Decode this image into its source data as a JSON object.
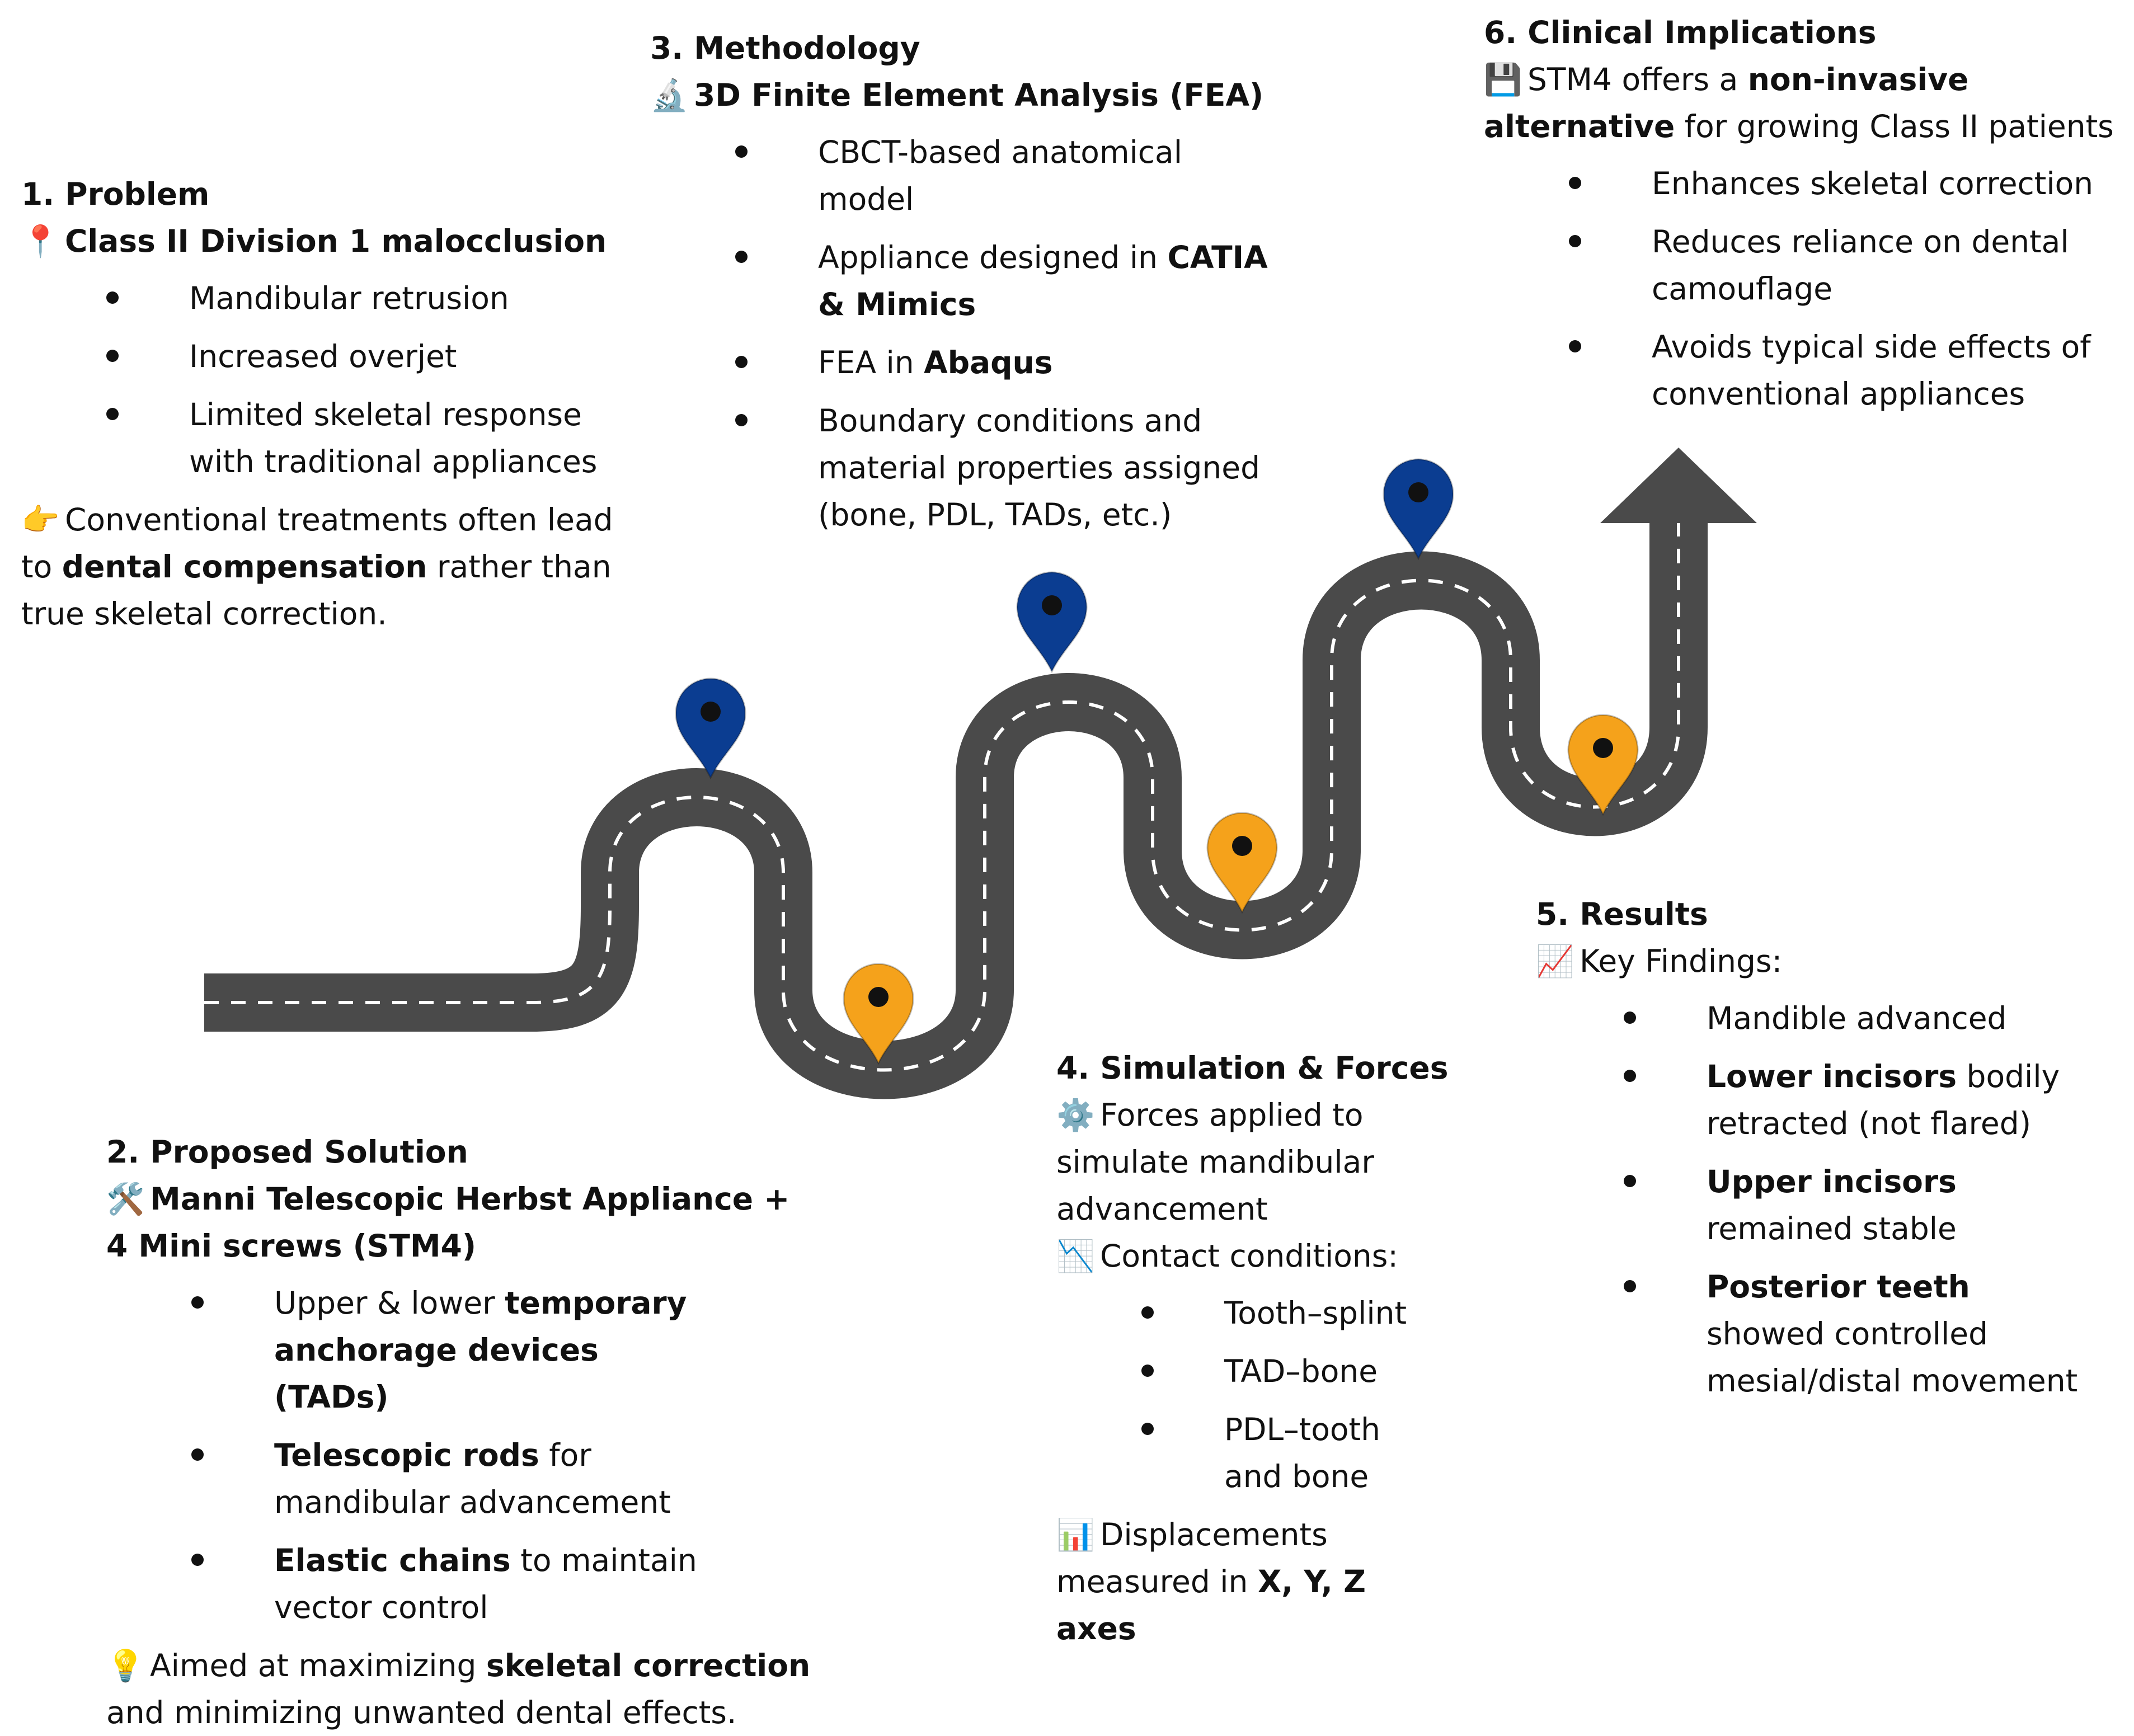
{
  "sections": [
    {
      "title": "1. Problem",
      "subtitle_icon": "📍",
      "subtitle": "Class II Division 1 malocclusion",
      "bullets": [
        {
          "parts": [
            {
              "t": "Mandibular retrusion"
            }
          ]
        },
        {
          "parts": [
            {
              "t": "Increased overjet"
            }
          ]
        },
        {
          "parts": [
            {
              "t": "Limited skeletal response with traditional appliances"
            }
          ]
        }
      ],
      "note_icon": "👉",
      "note": [
        {
          "t": "Conventional treatments often lead to "
        },
        {
          "t": "dental compensation",
          "b": true
        },
        {
          "t": " rather than true skeletal correction."
        }
      ]
    },
    {
      "title": "2. Proposed Solution",
      "subtitle_icon": "🛠️",
      "subtitle": "Manni Telescopic Herbst Appliance + 4 Mini screws (STM4)",
      "bullets": [
        {
          "parts": [
            {
              "t": "Upper & lower "
            },
            {
              "t": "temporary anchorage devices (TADs)",
              "b": true
            }
          ]
        },
        {
          "parts": [
            {
              "t": "Telescopic rods",
              "b": true
            },
            {
              "t": " for mandibular advancement"
            }
          ]
        },
        {
          "parts": [
            {
              "t": "Elastic chains",
              "b": true
            },
            {
              "t": " to maintain vector control"
            }
          ]
        }
      ],
      "note_icon": "💡",
      "note": [
        {
          "t": "Aimed at maximizing "
        },
        {
          "t": "skeletal correction",
          "b": true
        },
        {
          "t": " and minimizing unwanted dental effects."
        }
      ]
    },
    {
      "title": "3. Methodology",
      "subtitle_icon": "🔬",
      "subtitle": "3D Finite Element Analysis (FEA)",
      "bullets": [
        {
          "parts": [
            {
              "t": "CBCT-based anatomical model"
            }
          ]
        },
        {
          "parts": [
            {
              "t": "Appliance designed in "
            },
            {
              "t": "CATIA & Mimics",
              "b": true
            }
          ]
        },
        {
          "parts": [
            {
              "t": "FEA in "
            },
            {
              "t": "Abaqus",
              "b": true
            }
          ]
        },
        {
          "parts": [
            {
              "t": "Boundary conditions and material properties assigned (bone, PDL, TADs, etc.)"
            }
          ]
        }
      ]
    },
    {
      "title": "4. Simulation & Forces",
      "intro_icon": "⚙️",
      "intro": [
        {
          "t": "Forces applied to simulate mandibular advancement"
        }
      ],
      "intro2_icon": "📉",
      "intro2": [
        {
          "t": "Contact conditions:"
        }
      ],
      "bullets": [
        {
          "parts": [
            {
              "t": "Tooth–splint"
            }
          ]
        },
        {
          "parts": [
            {
              "t": "TAD–bone"
            }
          ]
        },
        {
          "parts": [
            {
              "t": "PDL–tooth and bone"
            }
          ]
        }
      ],
      "note_icon": "📊",
      "note": [
        {
          "t": "Displacements measured in "
        },
        {
          "t": "X, Y, Z axes",
          "b": true
        }
      ]
    },
    {
      "title": "5. Results",
      "intro_icon": "📈",
      "intro": [
        {
          "t": "Key Findings:"
        }
      ],
      "bullets": [
        {
          "parts": [
            {
              "t": "Mandible advanced"
            }
          ]
        },
        {
          "parts": [
            {
              "t": "Lower incisors",
              "b": true
            },
            {
              "t": " bodily retracted (not flared)"
            }
          ]
        },
        {
          "parts": [
            {
              "t": "Upper incisors",
              "b": true
            },
            {
              "t": " remained stable"
            }
          ]
        },
        {
          "parts": [
            {
              "t": "Posterior teeth",
              "b": true
            },
            {
              "t": " showed controlled mesial/distal movement"
            }
          ]
        }
      ]
    },
    {
      "title": "6. Clinical Implications",
      "intro_icon": "💾",
      "intro": [
        {
          "t": "STM4 offers a "
        },
        {
          "t": "non-invasive alternative",
          "b": true
        },
        {
          "t": " for growing Class II patients"
        }
      ],
      "bullets": [
        {
          "parts": [
            {
              "t": "Enhances skeletal correction"
            }
          ]
        },
        {
          "parts": [
            {
              "t": "Reduces reliance on dental camouflage"
            }
          ]
        },
        {
          "parts": [
            {
              "t": "Avoids typical side effects of conventional appliances"
            }
          ]
        }
      ]
    }
  ],
  "road": {
    "asphalt_color": "#4a4a4a",
    "edge_color": "#ffffff",
    "dash_color": "#ffffff",
    "pins": [
      {
        "icon": "map-pin-icon",
        "color": "#0b3d91"
      },
      {
        "icon": "map-pin-icon",
        "color": "#f5a21b"
      },
      {
        "icon": "map-pin-icon",
        "color": "#0b3d91"
      },
      {
        "icon": "map-pin-icon",
        "color": "#f5a21b"
      },
      {
        "icon": "map-pin-icon",
        "color": "#0b3d91"
      },
      {
        "icon": "map-pin-icon",
        "color": "#f5a21b"
      }
    ]
  }
}
